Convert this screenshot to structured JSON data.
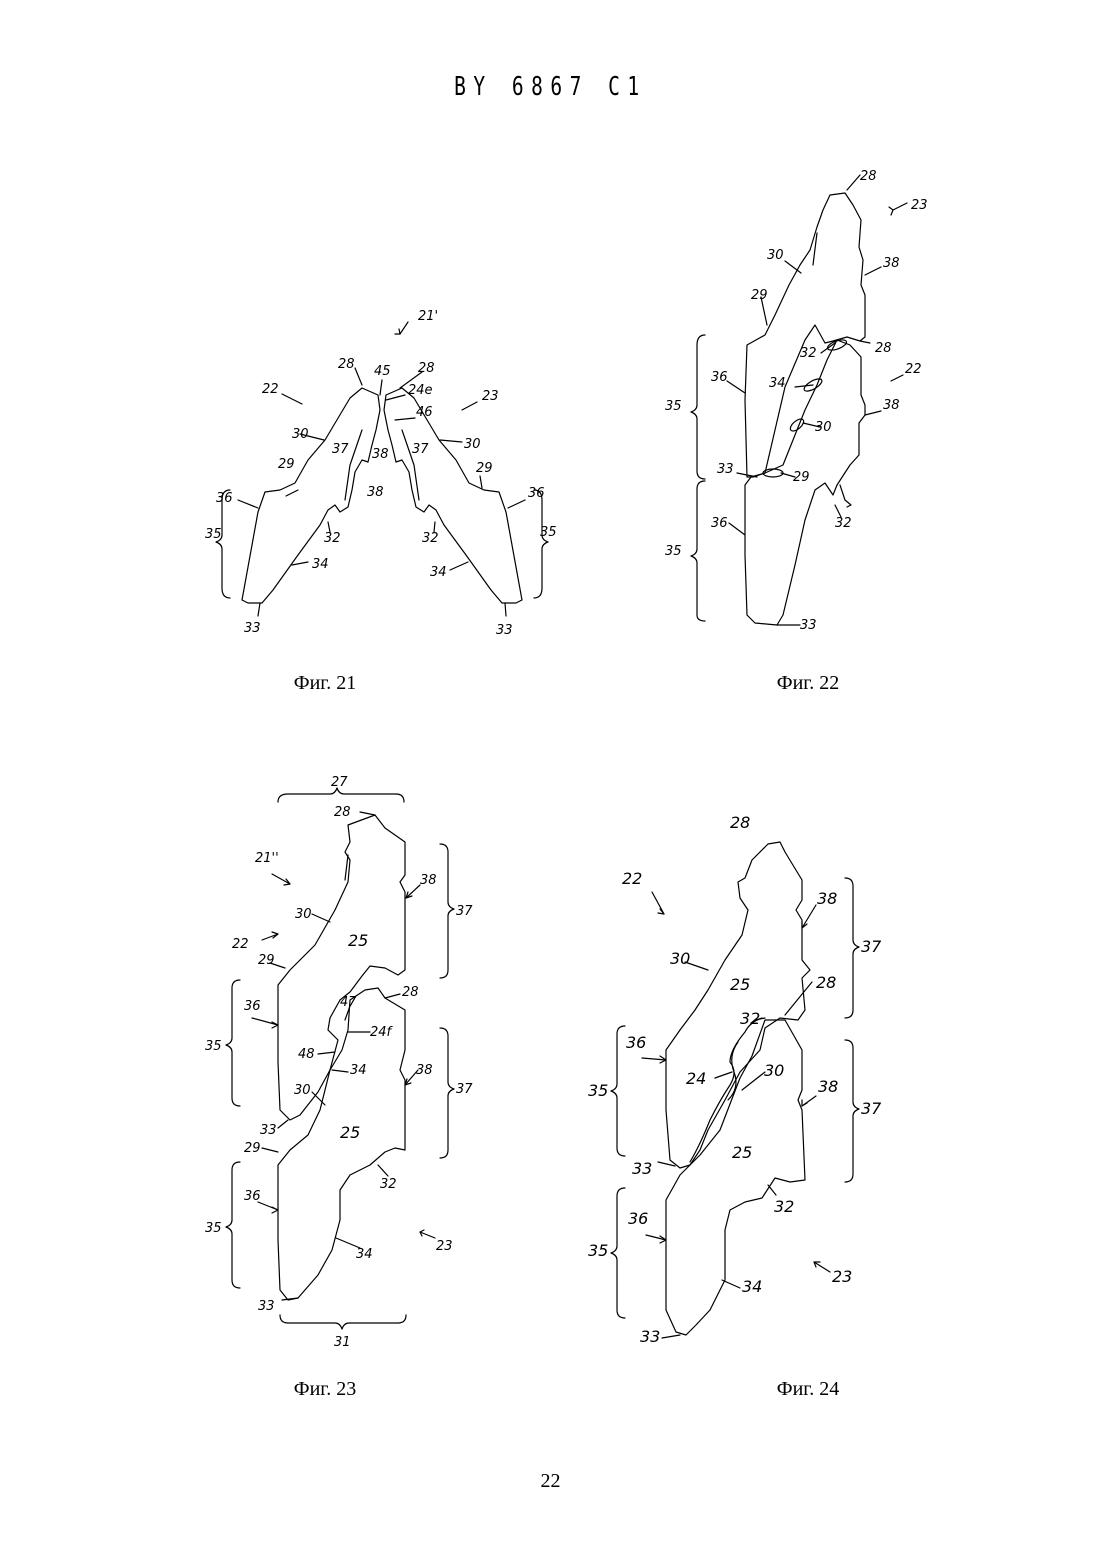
{
  "header": "BY 6867 C1",
  "page_number": "22",
  "figures": [
    {
      "caption": "Фиг. 21",
      "labels": [
        "21'",
        "22",
        "23",
        "28",
        "45",
        "28",
        "24e",
        "46",
        "30",
        "37",
        "38",
        "37",
        "30",
        "29",
        "38",
        "29",
        "36",
        "36",
        "35",
        "35",
        "32",
        "32",
        "34",
        "34",
        "33",
        "33"
      ]
    },
    {
      "caption": "Фиг. 22",
      "labels": [
        "28",
        "23",
        "30",
        "38",
        "29",
        "32",
        "28",
        "22",
        "36",
        "34",
        "38",
        "35",
        "30",
        "33",
        "29",
        "32",
        "36",
        "35",
        "33"
      ]
    },
    {
      "caption": "Фиг. 23",
      "labels": [
        "27",
        "28",
        "21''",
        "38",
        "37",
        "30",
        "25",
        "22",
        "29",
        "47",
        "28",
        "36",
        "24f",
        "35",
        "48",
        "34",
        "38",
        "37",
        "30",
        "33",
        "25",
        "29",
        "32",
        "36",
        "35",
        "34",
        "23",
        "33",
        "31"
      ]
    },
    {
      "caption": "Фиг. 24",
      "labels": [
        "28",
        "22",
        "38",
        "37",
        "30",
        "25",
        "28",
        "32",
        "36",
        "35",
        "24",
        "30",
        "38",
        "37",
        "33",
        "25",
        "32",
        "36",
        "35",
        "34",
        "23",
        "33"
      ]
    }
  ]
}
